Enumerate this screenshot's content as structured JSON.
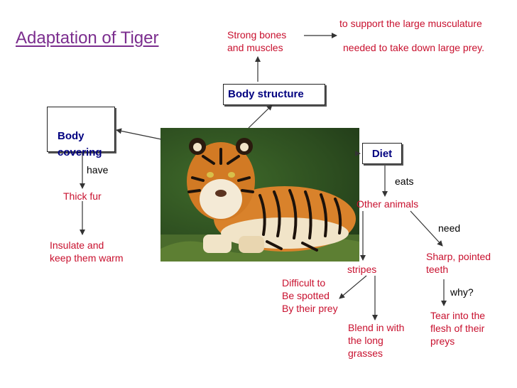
{
  "title": "Adaptation of Tiger",
  "nodes": {
    "body_structure": "Body structure",
    "body_covering": "Body\ncovering",
    "diet": "Diet",
    "strong_bones": "Strong bones\nand muscles",
    "support": "to support the large musculature",
    "needed": "needed to take down large prey.",
    "have": "have",
    "thick_fur": "Thick fur",
    "insulate": "Insulate and\nkeep them warm",
    "eats": "eats",
    "other_animals": "Other animals",
    "need": "need",
    "sharp_teeth": "Sharp, pointed\nteeth",
    "why": "why?",
    "tear": "Tear into the\nflesh of their\n preys",
    "stripes": "stripes",
    "difficult": "Difficult to\nBe spotted\nBy their prey",
    "blend": "Blend in with\nthe long\ngrasses"
  },
  "colors": {
    "title": "#7b2d8e",
    "box_text": "#000080",
    "red_text": "#c8102e",
    "arrow": "#333333"
  }
}
